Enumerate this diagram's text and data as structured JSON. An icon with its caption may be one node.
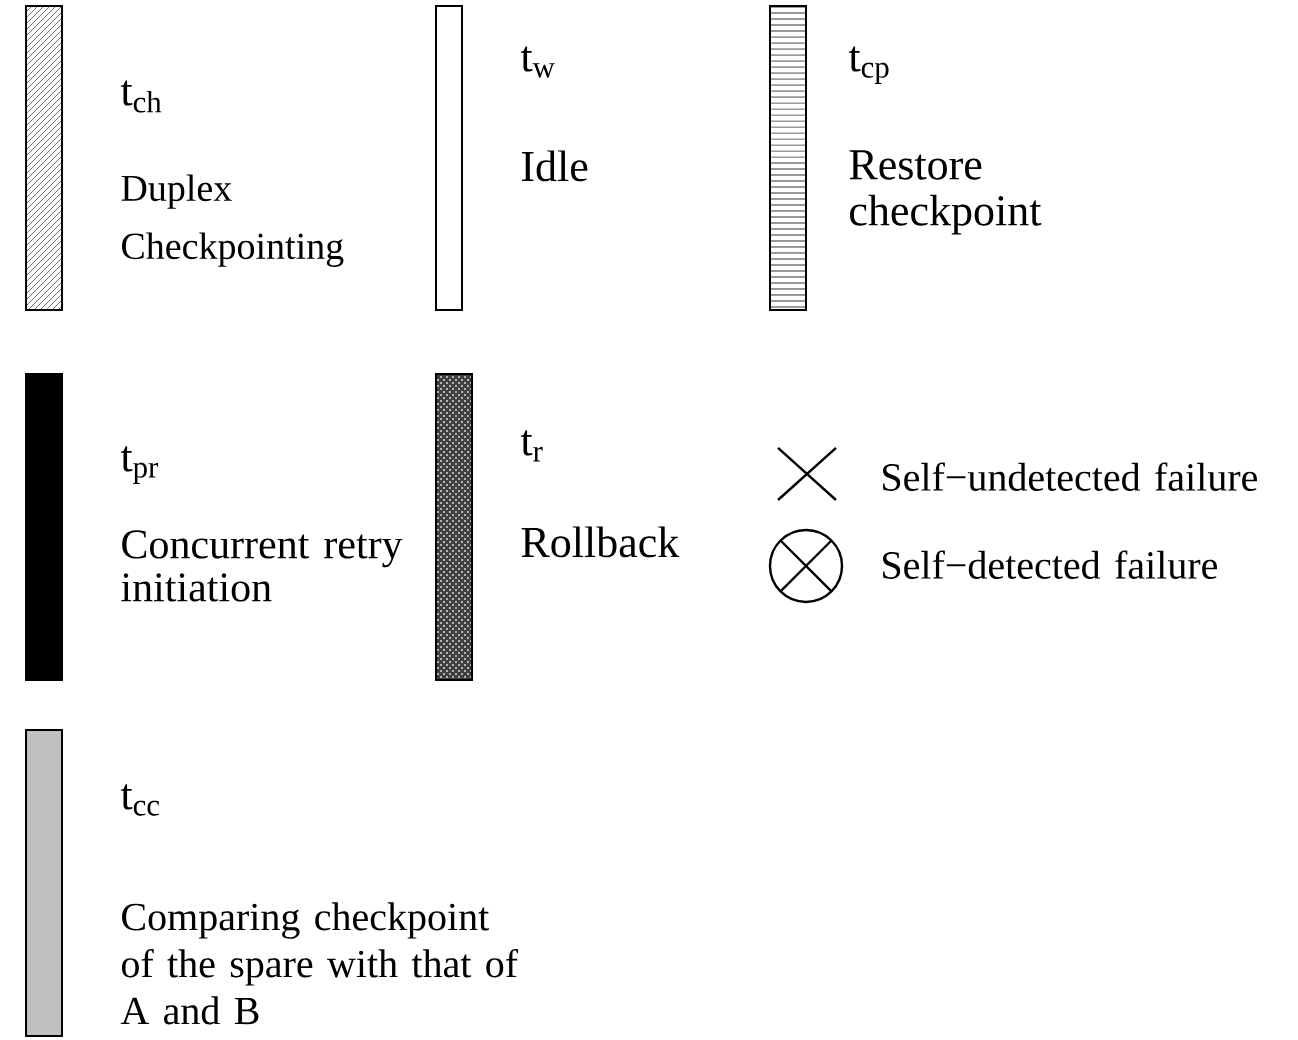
{
  "diagram": {
    "labels": [
      "t$_{ch}$",
      "t$_{w}$",
      "t$_{cp}$",
      "t$_{pr}$",
      "t$_{r}$",
      "t$_{cc}$"
    ],
    "legend": [
      {
        "text": "Duplex Checkpointing"
      },
      {
        "text": "Idle"
      },
      {
        "text": "Restore checkpoint"
      },
      {
        "text": "Concurrent retry initiation",
        "color": "#000000"
      },
      {
        "text": "Rollback"
      },
      {
        "text": "Self−undetected failure"
      },
      {
        "text": "Self−detected failure"
      },
      {
        "text": "Comparing checkpoint of the spare with that of A and B",
        "color": "#c0c0c0"
      }
    ]
  }
}
